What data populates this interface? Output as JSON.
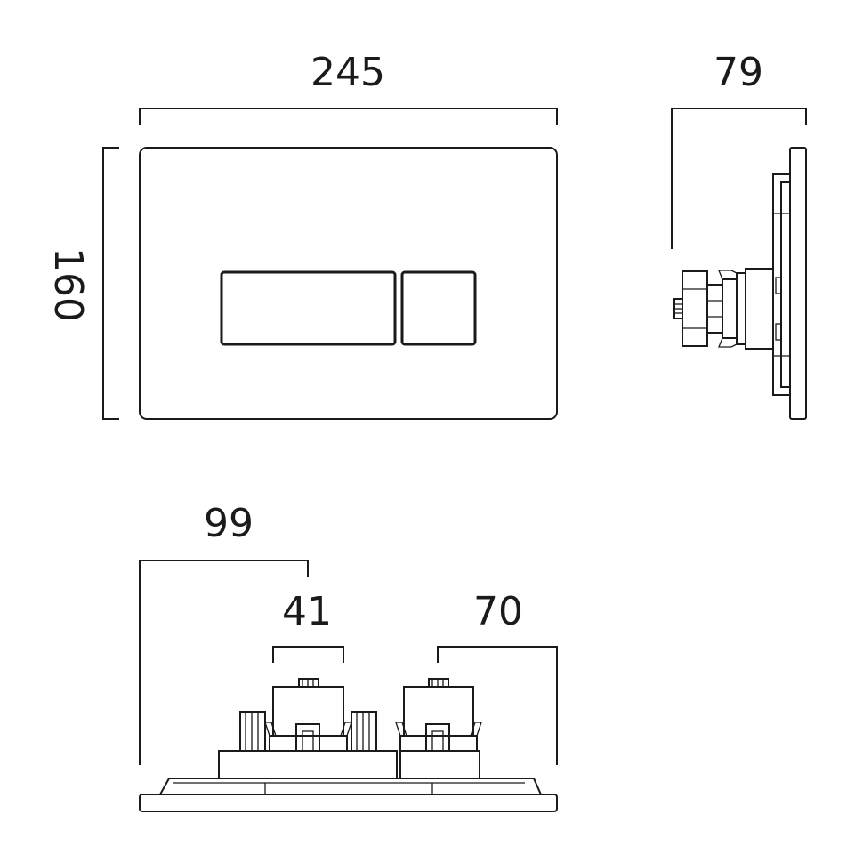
{
  "front_view": {
    "width_label": "245",
    "height_label": "160"
  },
  "side_view": {
    "depth_label": "79"
  },
  "bottom_view": {
    "label_99": "99",
    "label_41": "41",
    "label_70": "70"
  }
}
